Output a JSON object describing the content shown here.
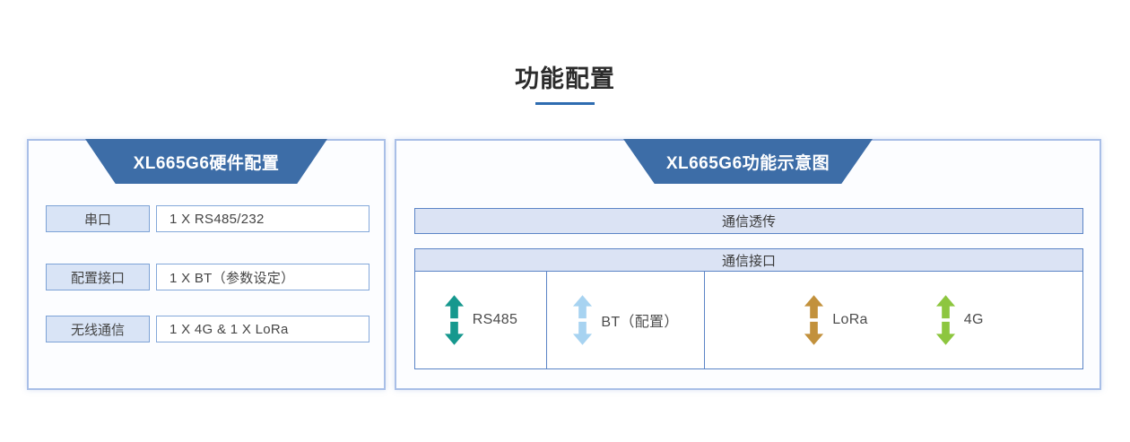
{
  "page": {
    "title": "功能配置"
  },
  "hardware_panel": {
    "title": "XL665G6硬件配置",
    "rows": [
      {
        "label": "串口",
        "value": "1 X RS485/232"
      },
      {
        "label": "配置接口",
        "value": "1 X BT（参数设定）"
      },
      {
        "label": "无线通信",
        "value": "1 X 4G & 1 X LoRa"
      }
    ]
  },
  "diagram_panel": {
    "title": "XL665G6功能示意图",
    "passthrough_label": "通信透传",
    "interface_header": "通信接口",
    "interfaces": [
      {
        "label": "RS485",
        "icon": "double-vertical-arrow-icon"
      },
      {
        "label": "BT（配置）",
        "icon": "double-vertical-arrow-icon"
      },
      {
        "label": "LoRa",
        "icon": "double-vertical-arrow-icon"
      },
      {
        "label": "4G",
        "icon": "double-vertical-arrow-icon"
      }
    ]
  },
  "colors": {
    "header_trapezoid": "#3d6da7",
    "title_underline": "#2e6cb0",
    "panel_border": "#a9bfe7",
    "bar_fill": "#dbe3f4",
    "bar_border": "#5b84c6",
    "label_box_fill": "#d9e4f6",
    "label_box_border": "#7ca2d6",
    "arrow_rs485": "#16988e",
    "arrow_bt": "#a7d3f1",
    "arrow_lora": "#c2913c",
    "arrow_4g": "#8dc63f"
  }
}
